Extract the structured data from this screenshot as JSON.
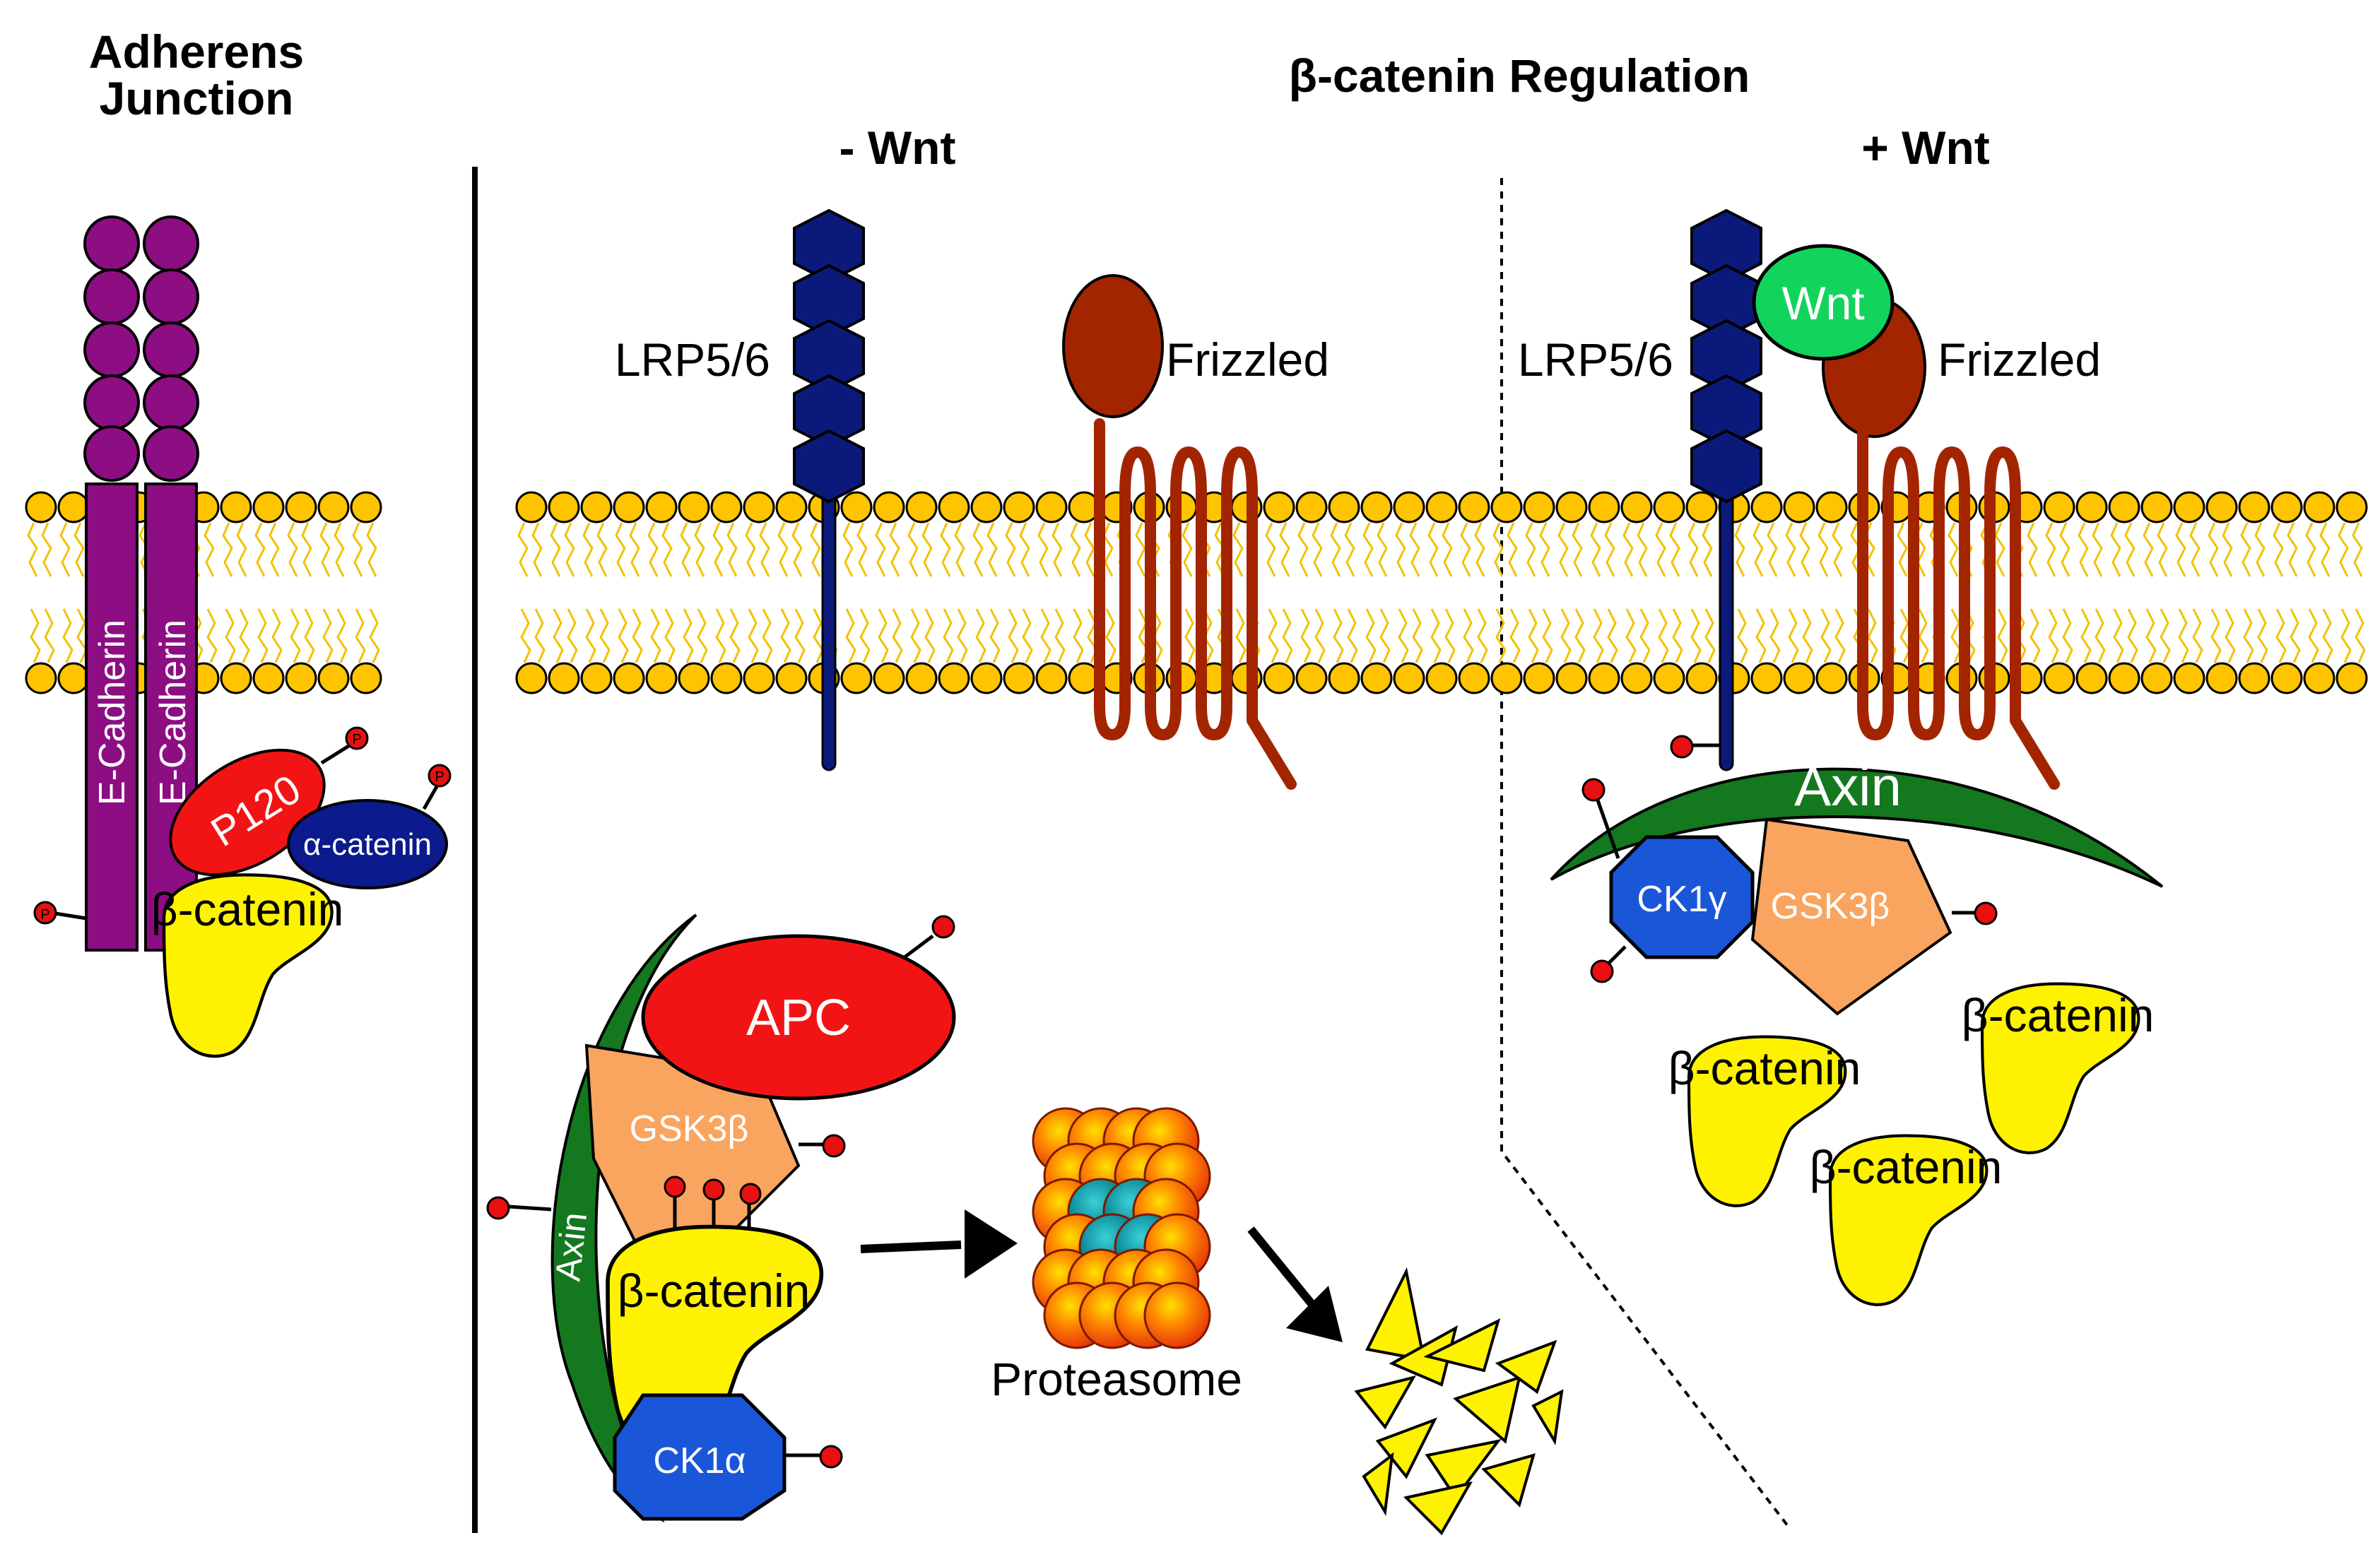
{
  "headings": {
    "adherens_line1": "Adherens",
    "adherens_line2": "Junction",
    "regulation": "β-catenin Regulation",
    "minus_wnt": "- Wnt",
    "plus_wnt": "+ Wnt"
  },
  "adherens": {
    "cadherin1": "E-Cadherin",
    "cadherin2": "E-Cadherin",
    "p120": "P120",
    "alpha_catenin": "α-catenin",
    "beta_catenin": "β-catenin",
    "phospho": "P"
  },
  "minus_wnt_panel": {
    "lrp": "LRP5/6",
    "frizzled": "Frizzled",
    "apc": "APC",
    "gsk3b": "GSK3β",
    "axin": "Axin",
    "beta_catenin": "β-catenin",
    "ck1a": "CK1α",
    "proteasome": "Proteasome"
  },
  "plus_wnt_panel": {
    "lrp": "LRP5/6",
    "frizzled": "Frizzled",
    "wnt": "Wnt",
    "axin": "Axin",
    "ck1g": "CK1γ",
    "gsk3b": "GSK3β",
    "beta_catenin_1": "β-catenin",
    "beta_catenin_2": "β-catenin",
    "beta_catenin_3": "β-catenin"
  },
  "colors": {
    "cadherin": "#8c0e82",
    "p120": "#f21414",
    "alpha_catenin": "#0b1a8c",
    "beta_catenin": "#fff200",
    "apc": "#f21414",
    "gsk3b": "#f9a45f",
    "axin": "#14781e",
    "ck1": "#1a56d8",
    "lrp": "#0b1a7a",
    "frizzled": "#a32500",
    "wnt": "#12d45c",
    "lipid_head": "#ffc400",
    "phospho": "#e81010"
  }
}
